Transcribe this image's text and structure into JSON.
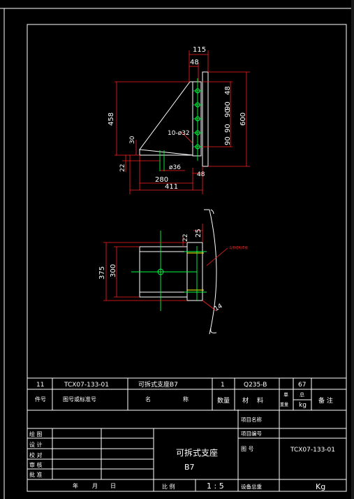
{
  "drawing": {
    "colors": {
      "background": "#000000",
      "frame": "#ffffff",
      "dimension": "#ff2020",
      "centerline": "#00ff40",
      "hidden": "#ffff00",
      "part": "#ffffff"
    },
    "dimensions": {
      "d115": "115",
      "d48_top": "48",
      "d458": "458",
      "d600": "600",
      "d90_1": "90",
      "d90_2": "90",
      "d90_3": "90",
      "d90_4": "90",
      "d48_right": "48",
      "d30": "30",
      "d22": "22",
      "hole_spec": "10-ø32",
      "d36": "ø36",
      "d280": "280",
      "d48_bottom": "48",
      "d411": "411",
      "d375": "375",
      "d300": "300",
      "d22_b": "22",
      "d25": "25",
      "d14": "14",
      "leader_note": "与原结构焊接"
    }
  },
  "title_block": {
    "row1": {
      "part_no": "11",
      "drawing_no": "TCX07-133-01",
      "name": "可拆式支座B7",
      "qty": "1",
      "material": "Q235-B",
      "weight": "67"
    },
    "headers": {
      "part_no": "件号",
      "std_no": "图号或标准号",
      "name_a": "名",
      "name_b": "称",
      "qty": "数量",
      "mat_a": "材",
      "mat_b": "料",
      "unit": "单",
      "total": "总",
      "weight_label": "重量",
      "weight_unit": "kg",
      "remark": "备 注"
    },
    "sign_rows": [
      "绘 图",
      "设 计",
      "校 对",
      "审 核",
      "批 准"
    ],
    "date_row": {
      "year": "年",
      "month": "月",
      "day": "日"
    },
    "title_main": "可拆式支座",
    "title_sub": "B7",
    "scale_label": "比 例",
    "scale_value": "1 : 5",
    "project_name_label": "项目名称",
    "project_no_label": "项目编号",
    "drawing_label": "图 号",
    "drawing_value": "TCX07-133-01",
    "weight_total_label": "设备总重",
    "weight_total_unit": "Kg"
  }
}
